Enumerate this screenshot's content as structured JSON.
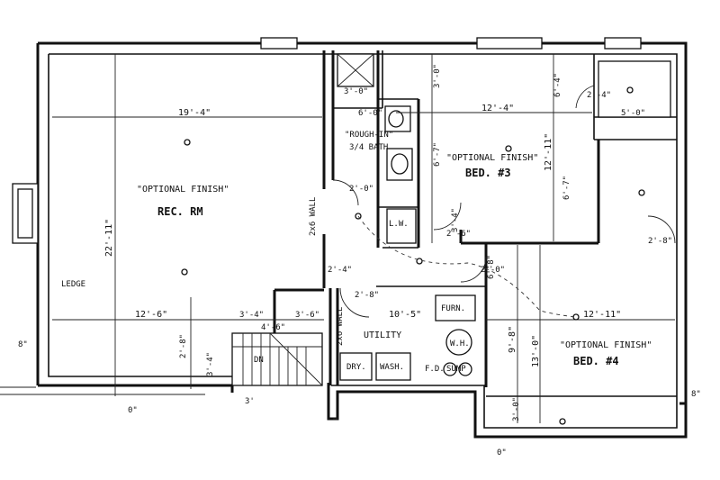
{
  "plan": {
    "colors": {
      "ink": "#111111",
      "paper": "#ffffff"
    },
    "rooms": {
      "rec_room_note": "\"OPTIONAL FINISH\"",
      "rec_room_name": "REC. RM",
      "bed3_note": "\"OPTIONAL FINISH\"",
      "bed3_name": "BED. #3",
      "bed4_note": "\"OPTIONAL FINISH\"",
      "bed4_name": "BED. #4",
      "utility_name": "UTILITY",
      "bath_note": "\"ROUGH-IN\"",
      "bath_name": "3/4 BATH",
      "lw": "L.W.",
      "ledge": "LEDGE",
      "furn": "FURN.",
      "wh": "W.H.",
      "fd": "F.D.",
      "sump": "SUMP",
      "dry": "DRY.",
      "wash": "WASH.",
      "dn": "DN"
    },
    "dimensions": {
      "rec_width": "19'-4\"",
      "rec_depth": "22'-11\"",
      "rec_lower_width": "12'-6\"",
      "stair_width": "3'-6\"",
      "landing_width": "3'-4\"",
      "bed3_width": "12'-4\"",
      "bed3_depth": "12'-11\"",
      "bed3_top": "3'-0\"",
      "bed3_side": "6'-4\"",
      "bed3_side2": "6'-7\"",
      "bath_width": "6'-0\"",
      "bath_depth": "6'-7\"",
      "closet_width": "5'-0\"",
      "closet_door": "2'-4\"",
      "bed4_width": "12'-11\"",
      "bed4_depth": "13'-0\"",
      "bed4_side": "9'-8\"",
      "bed4_bottom": "3'-0\"",
      "utility_width": "10'-5\"",
      "door_2_8": "2'-8\"",
      "door_2_6": "2'-6\"",
      "wall_8": "8\"",
      "wall_8b": "8\"",
      "door_2_0": "2'-0\"",
      "door_2_8b": "2'-8\"",
      "door_2_0b": "2'-0\"",
      "door_2_4": "2'-4\"",
      "bottom_0": "0\"",
      "bottom_0b": "0\"",
      "vert_2_8": "2'-8\"",
      "vert_3_4": "3'-4\"",
      "vert_3_4b": "3'-4\"",
      "vert_6_8": "6'-8\"",
      "bath_top": "3'-0\"",
      "stair_4": "4'-6\"",
      "stair_3": "3'",
      "wall_label": "2x6 WALL",
      "wall_label2": "2x6 WALL"
    }
  }
}
